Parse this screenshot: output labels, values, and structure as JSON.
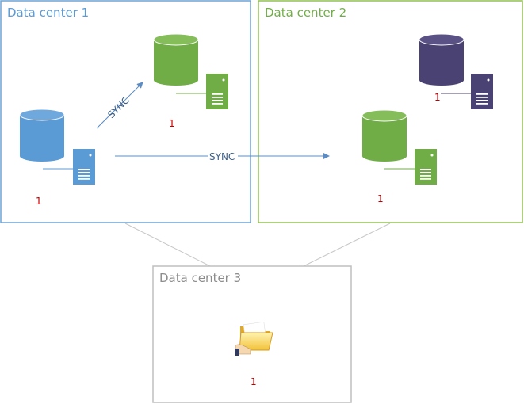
{
  "datacenters": [
    {
      "title": "Data center 1",
      "color": "#6ea3d3"
    },
    {
      "title": "Data center 2",
      "color": "#92c055"
    },
    {
      "title": "Data center 3",
      "color": "#bfbfbf"
    }
  ],
  "nodes": {
    "dc1_primary_number": "1",
    "dc1_secondary_number": "1",
    "dc2_green_number": "1",
    "dc2_purple_number": "1",
    "dc3_folder_number": "1"
  },
  "sync_labels": {
    "internal": "SYNC",
    "cross": "SYNC"
  },
  "colors": {
    "blue": "#5b9bd5",
    "green": "#70ad47",
    "purple": "#4a4272",
    "title1": "#5b9bd5",
    "title2": "#70ad47",
    "title3": "#8c8c8c",
    "number": "#c00000",
    "arrow": "#5b8cc4"
  },
  "icons": [
    "database-icon",
    "server-icon",
    "folder-share-icon"
  ]
}
